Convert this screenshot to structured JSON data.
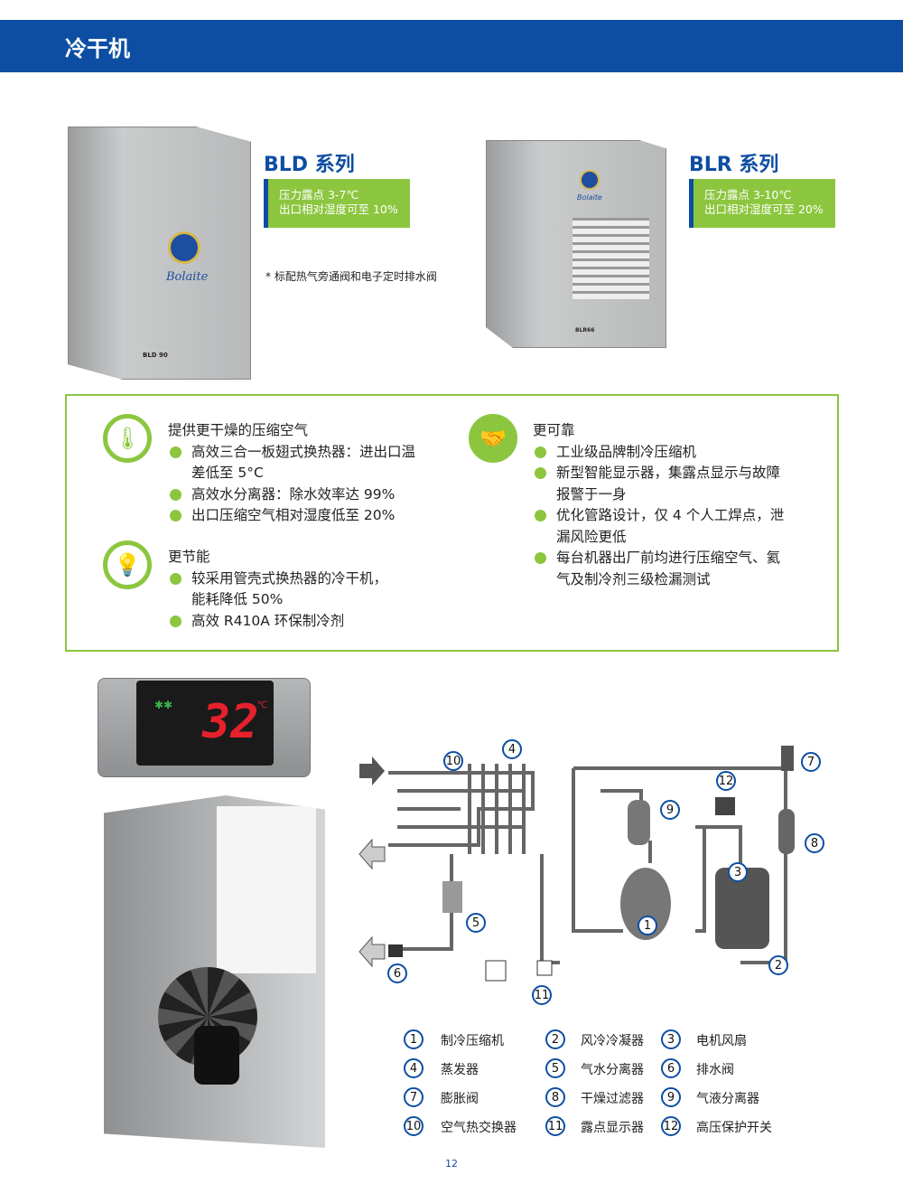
{
  "header": {
    "title": "冷干机"
  },
  "products": [
    {
      "series": "BLD 系列",
      "spec1": "压力露点 3-7℃",
      "spec2": "出口相对湿度可至 10%",
      "model": "BLD 90",
      "brand": "Bolaite"
    },
    {
      "series": "BLR 系列",
      "spec1": "压力露点 3-10℃",
      "spec2": "出口相对湿度可至 20%",
      "model": "BLR66",
      "brand": "Bolaite"
    }
  ],
  "note": "* 标配热气旁通阀和电子定时排水阀",
  "features": {
    "dry": {
      "title": "提供更干燥的压缩空气",
      "items": [
        "高效三合一板翅式换热器：进出口温",
        "差低至 5°C",
        "高效水分离器：除水效率达 99%",
        "出口压缩空气相对湿度低至 20%"
      ]
    },
    "energy": {
      "title": "更节能",
      "items": [
        "较采用管壳式换热器的冷干机，",
        "能耗降低 50%",
        "高效 R410A 环保制冷剂"
      ]
    },
    "reliable": {
      "title": "更可靠",
      "items": [
        "工业级品牌制冷压缩机",
        "新型智能显示器，集露点显示与故障",
        "报警于一身",
        "优化管路设计，仅 4 个人工焊点，泄",
        "漏风险更低",
        "每台机器出厂前均进行压缩空气、氦",
        "气及制冷剂三级检漏测试"
      ]
    }
  },
  "display": {
    "value": "32",
    "unit": "℃"
  },
  "markers": [
    "1",
    "2",
    "3",
    "4",
    "5",
    "6",
    "7",
    "8",
    "9",
    "10",
    "11",
    "12"
  ],
  "legend": [
    {
      "n": "1",
      "label": "制冷压缩机"
    },
    {
      "n": "2",
      "label": "风冷冷凝器"
    },
    {
      "n": "3",
      "label": "电机风扇"
    },
    {
      "n": "4",
      "label": "蒸发器"
    },
    {
      "n": "5",
      "label": "气水分离器"
    },
    {
      "n": "6",
      "label": "排水阀"
    },
    {
      "n": "7",
      "label": "膨胀阀"
    },
    {
      "n": "8",
      "label": "干燥过滤器"
    },
    {
      "n": "9",
      "label": "气液分离器"
    },
    {
      "n": "10",
      "label": "空气热交换器"
    },
    {
      "n": "11",
      "label": "露点显示器"
    },
    {
      "n": "12",
      "label": "高压保护开关"
    }
  ],
  "page_number": "12",
  "colors": {
    "blue": "#0d4ea3",
    "green": "#8cc63f"
  }
}
